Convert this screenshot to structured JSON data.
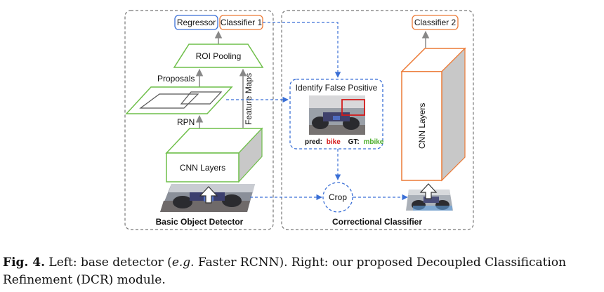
{
  "diagram": {
    "left_panel": {
      "title": "Basic Object Detector",
      "regressor": "Regressor",
      "classifier": "Classifier 1",
      "roi_pooling": "ROI Pooling",
      "proposals": "Proposals",
      "rpn": "RPN",
      "feature_maps": "Feature Maps",
      "cnn_layers": "CNN Layers"
    },
    "right_panel": {
      "title": "Correctional Classifier",
      "classifier": "Classifier 2",
      "cnn_layers": "CNN Layers",
      "crop": "Crop",
      "identify": "Identify False Positive",
      "pred_label": "pred:",
      "pred_value": "bike",
      "gt_label": "GT:",
      "gt_value": "mbike"
    },
    "colors": {
      "blue": "#3a6fd6",
      "orange": "#ec7a36",
      "green": "#6fbf4a",
      "red": "#d41b1b",
      "dashed_gray": "#666666"
    }
  },
  "caption": {
    "label": "Fig. 4.",
    "text_1": " Left: base detector (",
    "italic": "e.g.",
    "text_2": " Faster RCNN). Right: our proposed Decoupled Classification Refinement (DCR) module."
  }
}
